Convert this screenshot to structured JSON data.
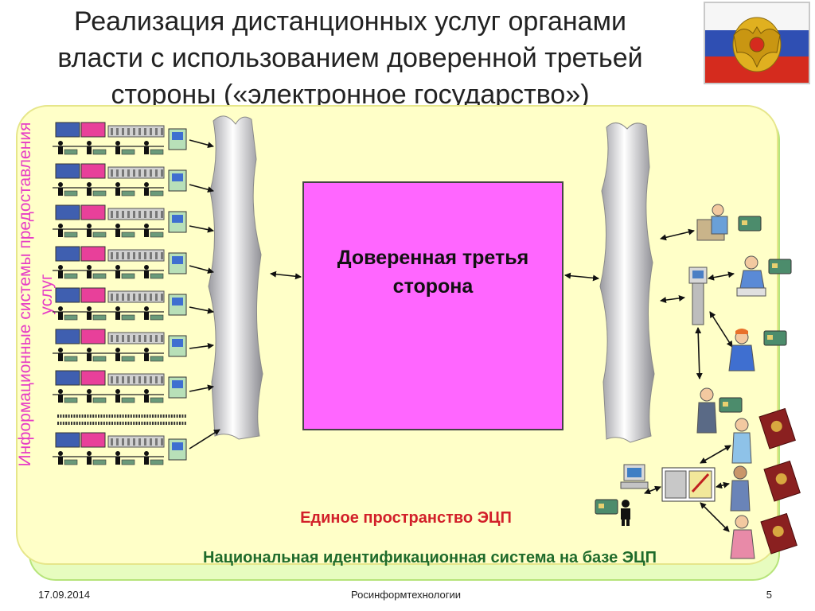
{
  "slide": {
    "title": "Реализация дистанционных услуг органами власти с использованием доверенной третьей стороны («электронное государство»)",
    "vertical_label": "Информационные системы предоставления услуг",
    "trusted_party": "Доверенная третья сторона",
    "space_label": "Единое пространство ЭЦП",
    "national_label": "Национальная идентификационная система на базе ЭЦП"
  },
  "footer": {
    "date": "17.09.2014",
    "organization": "Росинформтехнологии",
    "page_number": "5"
  },
  "colors": {
    "trusted_box": "#ff66ff",
    "space_label": "#d2202a",
    "national_label": "#1f6b2b",
    "vertical_label": "#e63cc6",
    "inner_area": "#ffffc8",
    "outer_area": "#e7fcbf"
  },
  "icons": [
    "russian-flag-icon",
    "government-building-icon",
    "server-icon",
    "computer-icon",
    "person-icon",
    "smart-card-icon",
    "passport-icon",
    "kiosk-icon",
    "operator-icon"
  ]
}
